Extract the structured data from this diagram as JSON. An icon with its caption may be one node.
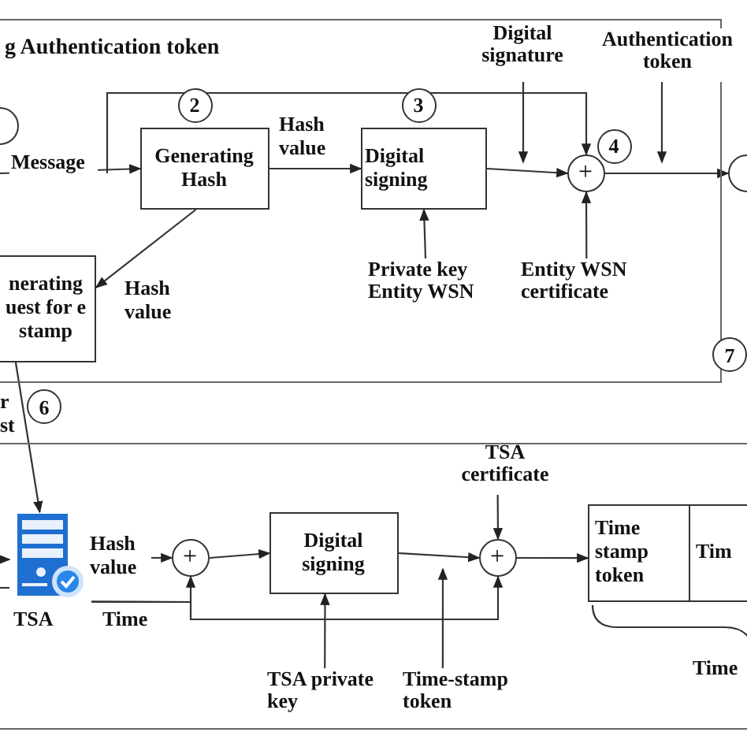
{
  "diagram": {
    "nodes": [
      {
        "text": [
          "g Authentication token"
        ]
      },
      {
        "text": [],
        "shape": "circle",
        "in": 0
      },
      {
        "text": [
          "2"
        ],
        "in": 0
      },
      {
        "text": [
          "Generating Hash"
        ],
        "in": 0
      },
      {
        "text": [
          "3"
        ],
        "in": 0
      },
      {
        "text": [
          "Digital signing"
        ],
        "in": 0
      },
      {
        "text": [
          "Digital signature"
        ],
        "in": 0
      },
      {
        "text": [
          "Authentication token"
        ],
        "in": 0
      },
      {
        "text": [
          "+"
        ],
        "in": 0
      },
      {
        "text": [
          "4"
        ],
        "in": 0
      },
      {
        "text": [],
        "shape": "circle"
      },
      {
        "text": [
          "Private key Entity WSN"
        ],
        "in": 0
      },
      {
        "text": [
          "Entity WSN certificate"
        ],
        "in": 0
      },
      {
        "text": [
          "nerating uest for e stamp"
        ],
        "in": 0
      },
      {
        "text": [
          "7"
        ]
      },
      {
        "text": [],
        "shape": "box"
      },
      {
        "text": [
          "6"
        ]
      },
      {
        "text": [
          "TSA"
        ],
        "in": 15
      },
      {
        "text": [
          "+"
        ],
        "in": 15
      },
      {
        "text": [
          "Digital signing"
        ],
        "in": 15
      },
      {
        "text": [
          "TSA private key"
        ],
        "in": 15
      },
      {
        "text": [
          "Time-stamp token"
        ],
        "in": 15
      },
      {
        "text": [
          "TSA certificate"
        ],
        "in": 15
      },
      {
        "text": [
          "+"
        ],
        "in": 15
      },
      {
        "text": [
          "Time stamp token",
          "Tim"
        ],
        "beside": [
          "Time"
        ],
        "in": 15
      }
    ],
    "edges": [
      {
        "from": null,
        "to": 3,
        "arrow": "to",
        "label": "Message"
      },
      {
        "from": null,
        "to": 8,
        "arrow": "to"
      },
      {
        "from": 3,
        "to": 5,
        "arrow": "to",
        "label": "Hash value"
      },
      {
        "from": 5,
        "to": 8,
        "arrow": "to"
      },
      {
        "from": 6,
        "to": 5,
        "arrow": "to"
      },
      {
        "from": 11,
        "to": 5,
        "arrow": "to"
      },
      {
        "from": 12,
        "to": 8,
        "arrow": "to"
      },
      {
        "from": 8,
        "to": 10,
        "arrow": "to"
      },
      {
        "from": 7,
        "to": 9,
        "arrow": "to"
      },
      {
        "from": 3,
        "to": 13,
        "arrow": "to",
        "label": "Hash value"
      },
      {
        "from": 13,
        "to": 17,
        "arrow": "to"
      },
      {
        "from": null,
        "to": 17,
        "arrow": "to"
      },
      {
        "from": null,
        "to": 17,
        "arrow": "none"
      },
      {
        "from": 17,
        "to": 18,
        "arrow": "to",
        "label": "Hash value"
      },
      {
        "from": 17,
        "to": 18,
        "arrow": "to",
        "label": "Time"
      },
      {
        "from": 17,
        "to": 23,
        "arrow": "to"
      },
      {
        "from": 18,
        "to": 19,
        "arrow": "to"
      },
      {
        "from": 20,
        "to": 19,
        "arrow": "to"
      },
      {
        "from": 19,
        "to": 23,
        "arrow": "to"
      },
      {
        "from": 21,
        "to": 23,
        "arrow": "to"
      },
      {
        "from": 22,
        "to": 23,
        "arrow": "to"
      },
      {
        "from": 23,
        "to": 24,
        "arrow": "to"
      }
    ],
    "labels": [
      "r st"
    ]
  }
}
